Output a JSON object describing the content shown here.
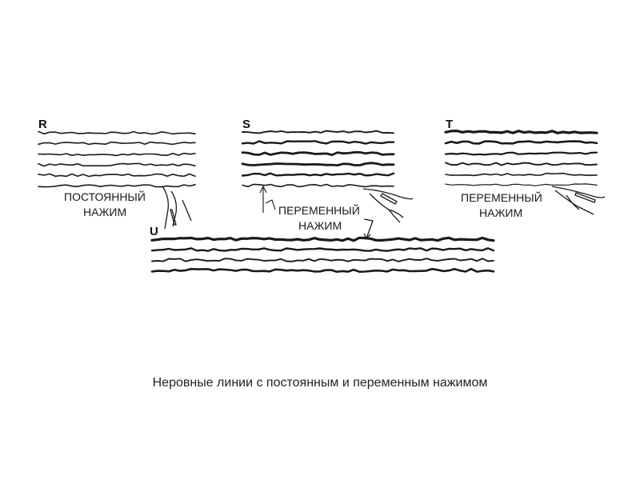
{
  "caption": "Неровные линии с постоянным и переменным нажимом",
  "ink_color": "#1a1a1a",
  "panels": {
    "r": {
      "letter": "R",
      "label_line1": "ПОСТОЯННЫЙ",
      "label_line2": "НАЖИМ"
    },
    "s": {
      "letter": "S",
      "label_line1": "ПЕРЕМЕННЫЙ",
      "label_line2": "НАЖИМ"
    },
    "t": {
      "letter": "T",
      "label_line1": "ПЕРЕМЕННЫЙ",
      "label_line2": "НАЖИМ"
    },
    "u": {
      "letter": "U"
    }
  },
  "icons": [
    "hand-holding-pen-icon",
    "arrow-up-icon"
  ]
}
